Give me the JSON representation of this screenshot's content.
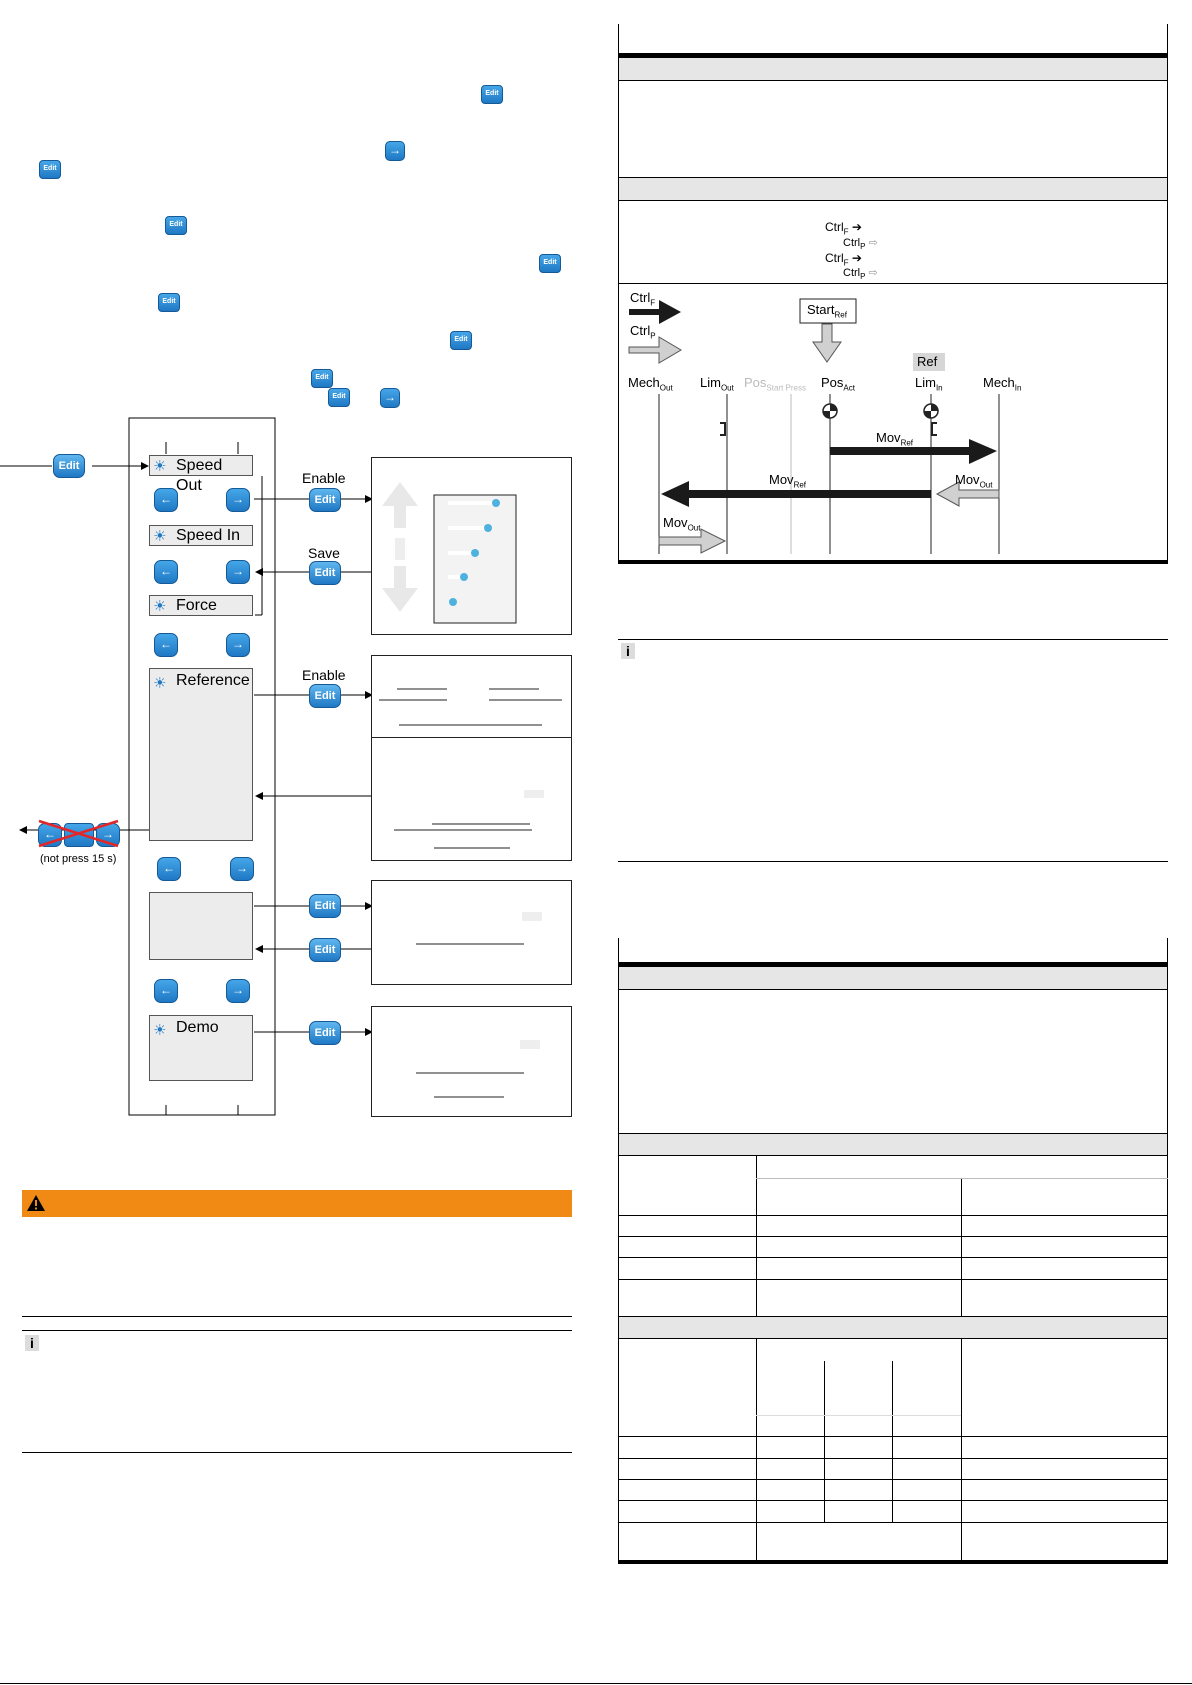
{
  "left_column": {
    "inline_icons": {
      "edit": "Edit",
      "arrow_right": "→"
    },
    "menu": {
      "items": [
        "Speed Out",
        "Speed In",
        "Force",
        "Reference",
        "Demo"
      ]
    },
    "labels": {
      "enable_1": "Enable",
      "save": "Save",
      "enable_2": "Enable",
      "edit": "Edit",
      "not_press": "(not press 15 s)"
    },
    "warning_icon": "warning-triangle-icon",
    "info_icon": "i"
  },
  "right_column": {
    "diagram": {
      "ctrl_f": "Ctrl",
      "ctrl_f_sub": "F",
      "ctrl_p": "Ctrl",
      "ctrl_p_sub": "P",
      "start_ref": "Start",
      "start_ref_sub": "Ref",
      "ref_badge": "Ref",
      "positions": [
        {
          "label": "Mech",
          "sub": "Out"
        },
        {
          "label": "Lim",
          "sub": "Out"
        },
        {
          "label": "Pos",
          "sub": "Start Press"
        },
        {
          "label": "Pos",
          "sub": "Act"
        },
        {
          "label": "Lim",
          "sub": "In"
        },
        {
          "label": "Mech",
          "sub": "In"
        }
      ],
      "mov_ref_1": "Mov",
      "mov_ref_1_sub": "Ref",
      "mov_ref_2": "Mov",
      "mov_ref_2_sub": "Ref",
      "mov_out_1": "Mov",
      "mov_out_1_sub": "Out",
      "mov_out_2": "Mov",
      "mov_out_2_sub": "Out"
    },
    "info_icon": "i"
  },
  "colors": {
    "accent_blue": "#1f78c4",
    "warning_orange": "#f18a14",
    "band_gray": "#e6e6e6"
  }
}
